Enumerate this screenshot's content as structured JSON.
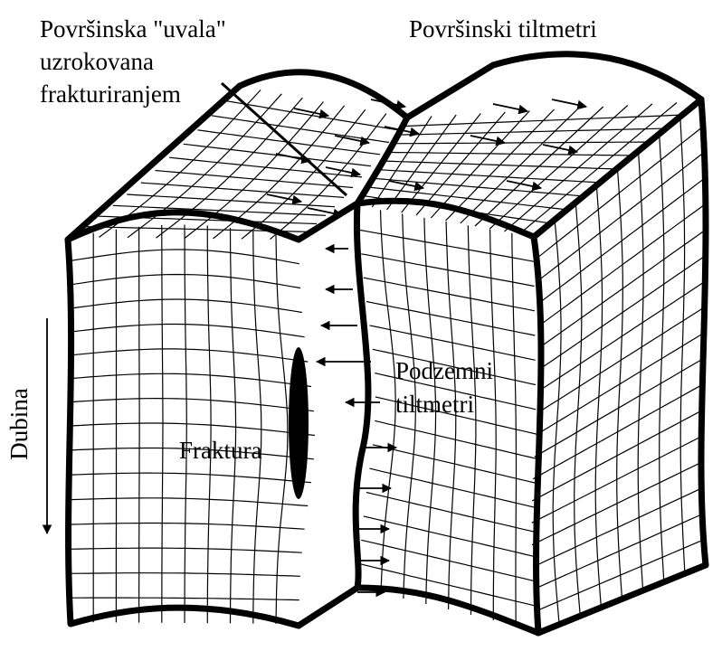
{
  "labels": {
    "surface_depression": [
      "Površinska \"uvala\"",
      "uzrokovana",
      "frakturiranjem"
    ],
    "surface_tiltmeters": "Površinski tiltmetri",
    "underground_tiltmeters": [
      "Podzemni",
      "tiltmetri"
    ],
    "fracture": "Fraktura",
    "depth": "Dubina"
  },
  "colors": {
    "ink": "#000000",
    "paper": "#ffffff"
  }
}
